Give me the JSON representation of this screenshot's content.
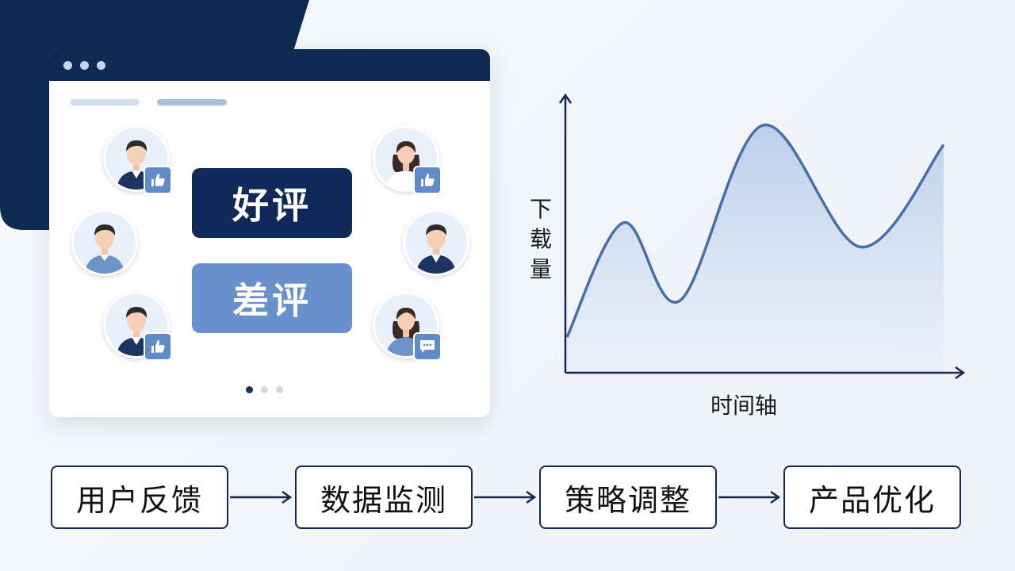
{
  "reviews": {
    "good_label": "好评",
    "bad_label": "差评"
  },
  "chart_data": {
    "type": "area",
    "xlabel": "时间轴",
    "ylabel": "下载量",
    "series": [
      {
        "points": [
          [
            0,
            0.13
          ],
          [
            0.15,
            0.6
          ],
          [
            0.3,
            0.28
          ],
          [
            0.52,
            1.0
          ],
          [
            0.78,
            0.5
          ],
          [
            1.0,
            0.92
          ]
        ]
      }
    ],
    "grid": false,
    "axis_ticks": false
  },
  "flow": {
    "steps": [
      "用户反馈",
      "数据监测",
      "策略调整",
      "产品优化"
    ]
  },
  "colors": {
    "navy": "#0f2a52",
    "accent_blue": "#6790cc",
    "curve": "#4a6fa8"
  },
  "icons": {
    "like": "thumbs-up-icon",
    "comment": "comment-icon"
  }
}
